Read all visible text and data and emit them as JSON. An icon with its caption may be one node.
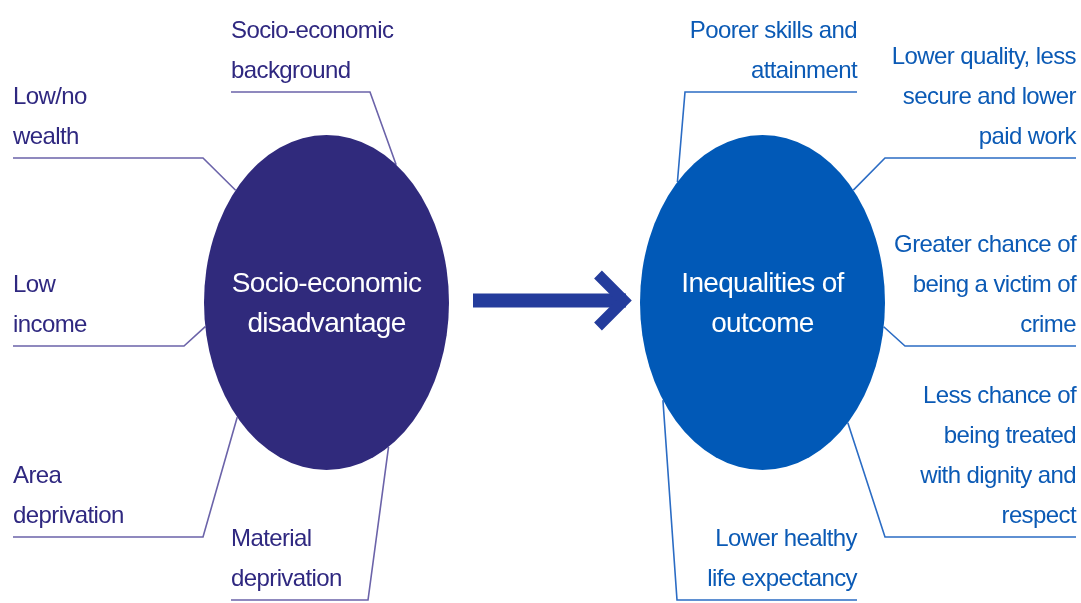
{
  "diagram": {
    "nodes": [
      {
        "text": [
          "Socio-economic disadvantage"
        ]
      },
      {
        "text": [
          "Low/no wealth"
        ]
      },
      {
        "text": [
          "Socio-economic background"
        ]
      },
      {
        "text": [
          "Low income"
        ]
      },
      {
        "text": [
          "Area deprivation"
        ]
      },
      {
        "text": [
          "Material deprivation"
        ]
      },
      {
        "text": [
          "Inequalities of outcome"
        ]
      },
      {
        "text": [
          "Poorer skills and attainment"
        ]
      },
      {
        "text": [
          "Lower quality, less secure and lower paid work"
        ]
      },
      {
        "text": [
          "Greater chance of being a victim of crime"
        ]
      },
      {
        "text": [
          "Less chance of being treated with dignity and respect"
        ]
      },
      {
        "text": [
          "Lower healthy life expectancy"
        ]
      }
    ],
    "edges": [
      {
        "from": 1,
        "to": 0,
        "arrow": "none"
      },
      {
        "from": 2,
        "to": 0,
        "arrow": "none"
      },
      {
        "from": 3,
        "to": 0,
        "arrow": "none"
      },
      {
        "from": 4,
        "to": 0,
        "arrow": "none"
      },
      {
        "from": 5,
        "to": 0,
        "arrow": "none"
      },
      {
        "from": 0,
        "to": 6,
        "arrow": "to",
        "style": "thick",
        "color": "#243c9c"
      },
      {
        "from": 7,
        "to": 6,
        "arrow": "none",
        "color": "#2b6cc4"
      },
      {
        "from": 8,
        "to": 6,
        "arrow": "none",
        "color": "#2b6cc4"
      },
      {
        "from": 9,
        "to": 6,
        "arrow": "none",
        "color": "#2b6cc4"
      },
      {
        "from": 10,
        "to": 6,
        "arrow": "none",
        "color": "#2b6cc4"
      },
      {
        "from": 11,
        "to": 6,
        "arrow": "none",
        "color": "#2b6cc4"
      }
    ]
  }
}
